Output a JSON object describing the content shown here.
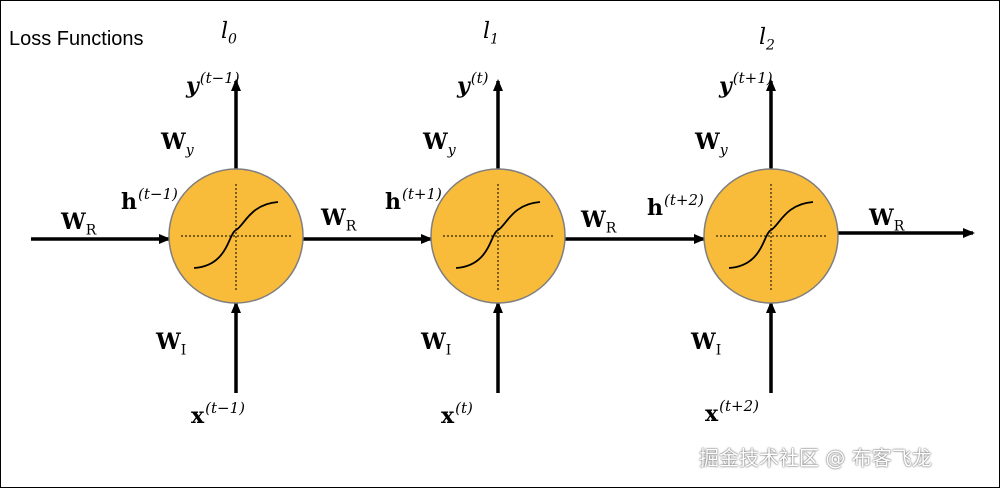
{
  "title": "Loss Functions",
  "colors": {
    "cell_fill": "#F9BC3A",
    "cell_stroke": "#7F7F7F",
    "ink": "#000000"
  },
  "cells": [
    {
      "loss": {
        "base": "l",
        "sub": "0"
      },
      "output": {
        "base": "y",
        "sup": "(t−1)"
      },
      "w_out": {
        "base": "W",
        "sub": "y"
      },
      "hidden": {
        "base": "h",
        "sup": "(t−1)"
      },
      "w_in": {
        "base": "W",
        "sub": "I"
      },
      "input": {
        "base": "x",
        "sup": "(t−1)"
      }
    },
    {
      "loss": {
        "base": "l",
        "sub": "1"
      },
      "output": {
        "base": "y",
        "sup": "(t)"
      },
      "w_out": {
        "base": "W",
        "sub": "y"
      },
      "hidden": {
        "base": "h",
        "sup": "(t+1)"
      },
      "w_in": {
        "base": "W",
        "sub": "I"
      },
      "input": {
        "base": "x",
        "sup": "(t)"
      }
    },
    {
      "loss": {
        "base": "l",
        "sub": "2"
      },
      "output": {
        "base": "y",
        "sup": "(t+1)"
      },
      "w_out": {
        "base": "W",
        "sub": "y"
      },
      "hidden": {
        "base": "h",
        "sup": "(t+2)"
      },
      "w_in": {
        "base": "W",
        "sub": "I"
      },
      "input": {
        "base": "x",
        "sup": "(t+2)"
      }
    }
  ],
  "recurrent_weights": [
    {
      "base": "W",
      "sub": "R"
    },
    {
      "base": "W",
      "sub": "R"
    },
    {
      "base": "W",
      "sub": "R"
    },
    {
      "base": "W",
      "sub": "R"
    }
  ],
  "watermark": "掘金技术社区 @ 布客飞龙"
}
